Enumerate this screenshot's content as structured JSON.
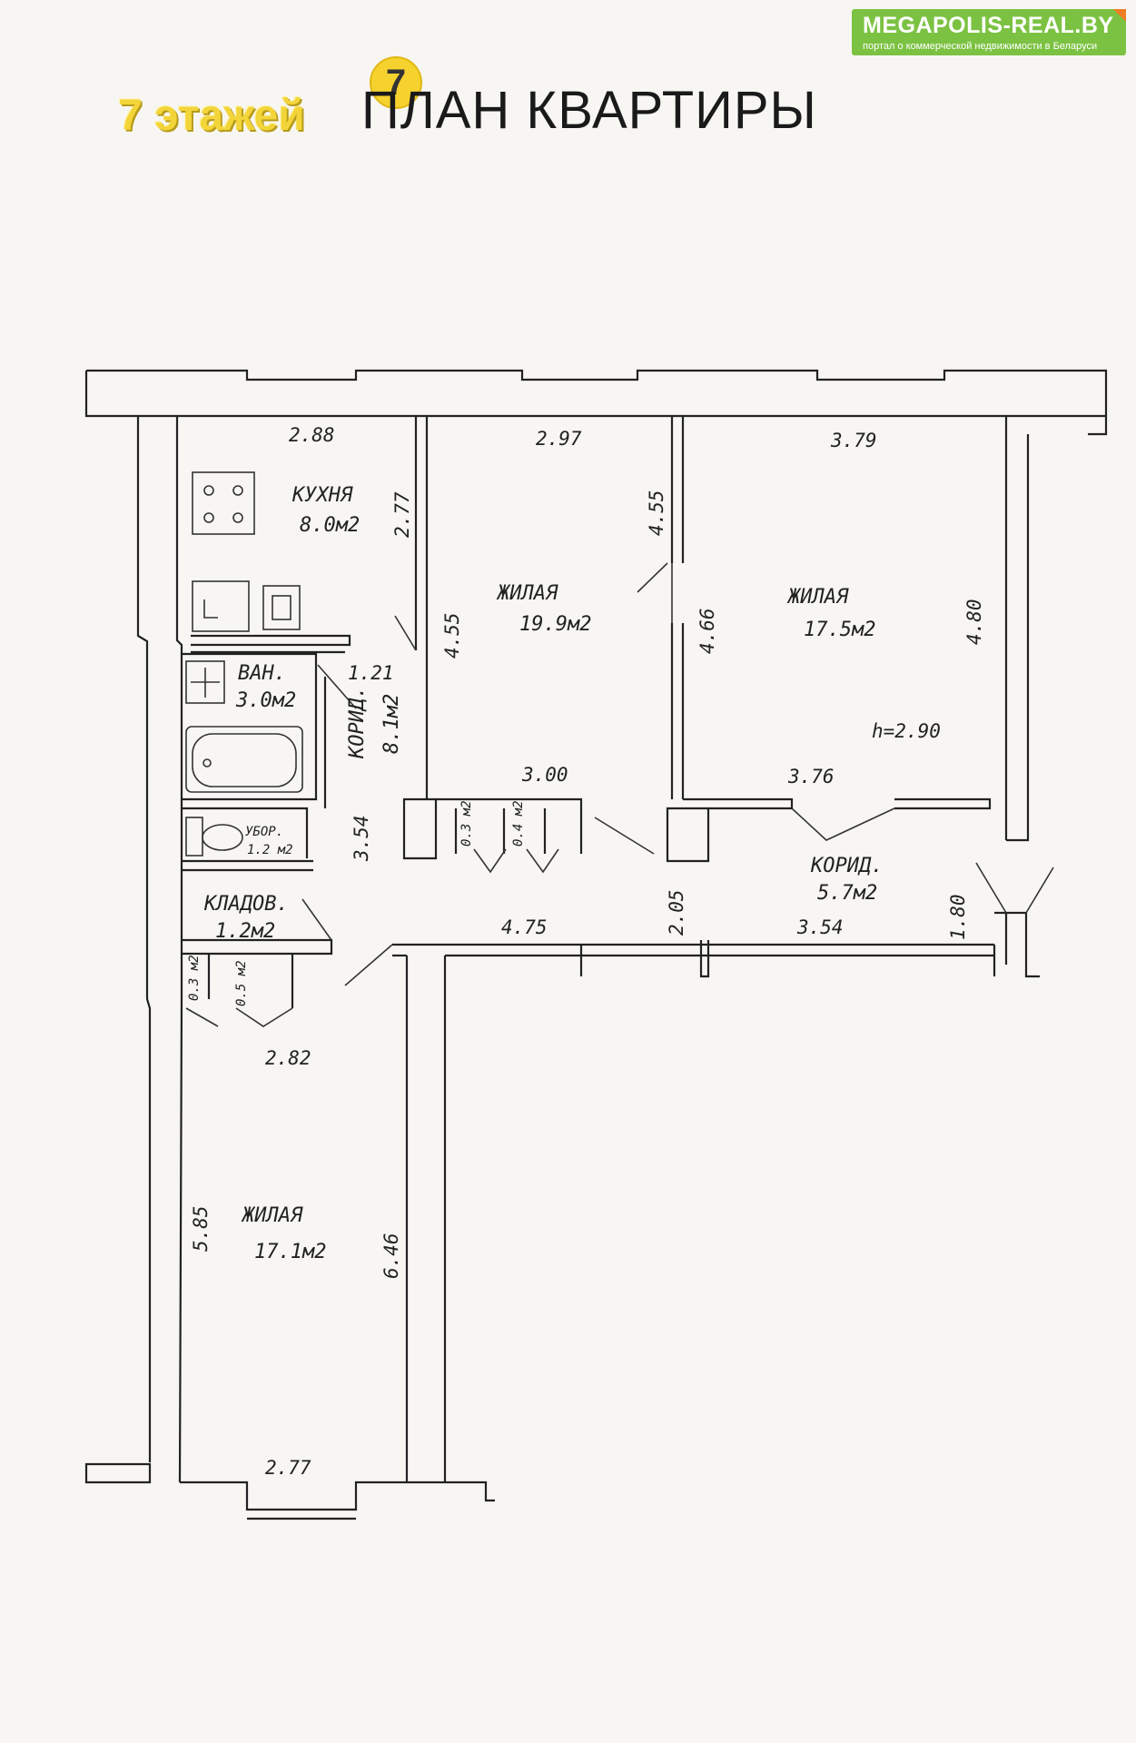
{
  "header": {
    "brand_name": "MEGAPOLIS-REAL.BY",
    "brand_tagline": "портал о коммерческой недвижимости в Беларуси",
    "floors_label": "7 этажей",
    "floors_icon": "7",
    "title": "ПЛАН КВАРТИРЫ"
  },
  "colors": {
    "badge": "#7cc242",
    "badge_corner": "#ef7d25",
    "floors_text": "#f3d53a"
  },
  "rooms": {
    "kitchen": {
      "name": "КУХНЯ",
      "area": "8.0м2"
    },
    "living_center": {
      "name": "ЖИЛАЯ",
      "area": "19.9м2"
    },
    "living_right": {
      "name": "ЖИЛАЯ",
      "area": "17.5м2"
    },
    "bath": {
      "name": "ВАН.",
      "area": "3.0м2"
    },
    "corridor_small": {
      "name": "КОРИД.",
      "area": "8.1м2"
    },
    "wc": {
      "name": "УБОР.",
      "area": "1.2 м2"
    },
    "storage": {
      "name": "КЛАДОВ.",
      "area": "1.2м2"
    },
    "corridor_right": {
      "name": "КОРИД.",
      "area": "5.7м2"
    },
    "living_bottom": {
      "name": "ЖИЛАЯ",
      "area": "17.1м2"
    },
    "closet_a": "0.3 м2",
    "closet_b": "0.4 м2",
    "closet_c": "0.3 м2",
    "closet_d": "0.5 м2"
  },
  "dimensions": {
    "kitchen_width": "2.88",
    "kitchen_depth": "2.77",
    "center_width": "2.97",
    "center_depth_left": "4.55",
    "center_depth_right": "4.55",
    "center_bottom": "3.00",
    "right_width": "3.79",
    "right_depth_left": "4.66",
    "right_depth_right": "4.80",
    "ceiling_height": "h=2.90",
    "right_bottom": "3.76",
    "corridor_small_width": "1.21",
    "corridor_small_depth": "3.54",
    "corridor_length_left": "4.75",
    "corridor_length_right": "3.54",
    "corridor_depth": "2.05",
    "corridor_end": "1.80",
    "bottom_top_width": "2.82",
    "bottom_depth_left": "5.85",
    "bottom_depth_right": "6.46",
    "bottom_width": "2.77"
  }
}
